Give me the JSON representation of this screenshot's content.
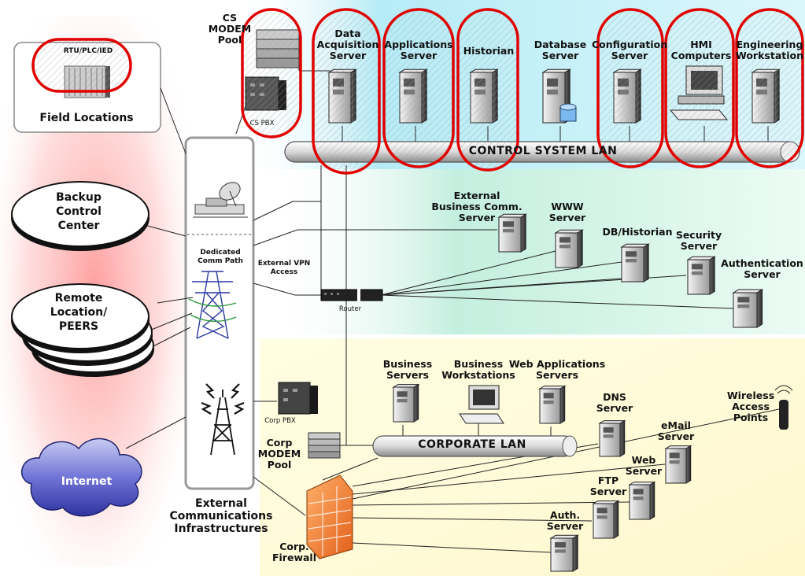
{
  "field": {
    "device_label": "RTU/PLC/IED",
    "caption": "Field Locations"
  },
  "cs_modem_pool": "CS\nMODEM\nPool",
  "cs_pbx": "CS PBX",
  "control_servers": [
    {
      "label": "Data\nAcquisition\nServer"
    },
    {
      "label": "Applications\nServer"
    },
    {
      "label": "Historian"
    },
    {
      "label": "Database\nServer"
    },
    {
      "label": "Configuration\nServer"
    },
    {
      "label": "HMI\nComputers"
    },
    {
      "label": "Engineering\nWorkstation"
    }
  ],
  "control_lan": "CONTROL SYSTEM LAN",
  "remote_sites": [
    {
      "label": "Backup\nControl\nCenter"
    },
    {
      "label": "Remote\nLocation/\nPEERS"
    }
  ],
  "internet": "Internet",
  "dedicated_comm_path": "Dedicated\nComm Path",
  "external_vpn": "External VPN\nAccess",
  "router": "Router",
  "dmz_servers": [
    {
      "label": "External\nBusiness Comm.\nServer"
    },
    {
      "label": "WWW\nServer"
    },
    {
      "label": "DB/Historian"
    },
    {
      "label": "Security\nServer"
    },
    {
      "label": "Authentication\nServer"
    }
  ],
  "corp_pbx": "Corp PBX",
  "corp_modem_pool": "Corp\nMODEM\nPool",
  "corporate_lan": "CORPORATE LAN",
  "corp_nodes": [
    {
      "label": "Business\nServers"
    },
    {
      "label": "Business\nWorkstations"
    },
    {
      "label": "Web Applications\nServers"
    },
    {
      "label": "DNS\nServer"
    },
    {
      "label": "eMail\nServer"
    },
    {
      "label": "Web\nServer"
    },
    {
      "label": "FTP\nServer"
    },
    {
      "label": "Auth.\nServer"
    },
    {
      "label": "Wireless\nAccess\nPoints"
    }
  ],
  "corp_firewall": "Corp.\nFirewall",
  "external_infra": "External\nCommunications\nInfrastructures",
  "colors": {
    "highlight_ring": "#e00000",
    "control_zone": "#bfeef7",
    "dmz_zone": "#c9f2d9",
    "corp_zone": "#fffbd0",
    "left_glow": "#ffb3b3",
    "firewall": "#f07a2a",
    "cloud": "#5a5fc8"
  }
}
